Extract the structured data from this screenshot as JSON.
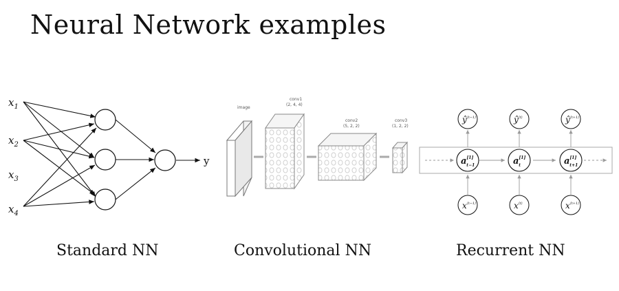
{
  "title": "Neural Network examples",
  "standard_nn": {
    "caption": "Standard NN",
    "inputs": [
      "x",
      "x",
      "x",
      "x"
    ],
    "input_subscripts": [
      "1",
      "2",
      "3",
      "4"
    ],
    "output": "y"
  },
  "conv_nn": {
    "caption": "Convolutional NN",
    "layers": [
      {
        "label": "image",
        "sub": ""
      },
      {
        "label": "conv1",
        "sub": "(2, 4, 4)"
      },
      {
        "label": "conv2",
        "sub": "(5, 2, 2)"
      },
      {
        "label": "conv3",
        "sub": "(1, 2, 2)"
      }
    ]
  },
  "recurrent_nn": {
    "caption": "Recurrent NN",
    "outputs": [
      "ŷ",
      "ŷ",
      "ŷ"
    ],
    "output_superscripts": [
      "⟨t−1⟩",
      "⟨t⟩",
      "⟨t+1⟩"
    ],
    "hidden": [
      "a",
      "a",
      "a"
    ],
    "hidden_superscripts": [
      "[1]",
      "[1]",
      "[1]"
    ],
    "hidden_subscripts": [
      "t−1",
      "t",
      "t+1"
    ],
    "inputs": [
      "x",
      "x",
      "x"
    ],
    "input_superscripts": [
      "⟨t−1⟩",
      "⟨t⟩",
      "⟨t+1⟩"
    ]
  }
}
